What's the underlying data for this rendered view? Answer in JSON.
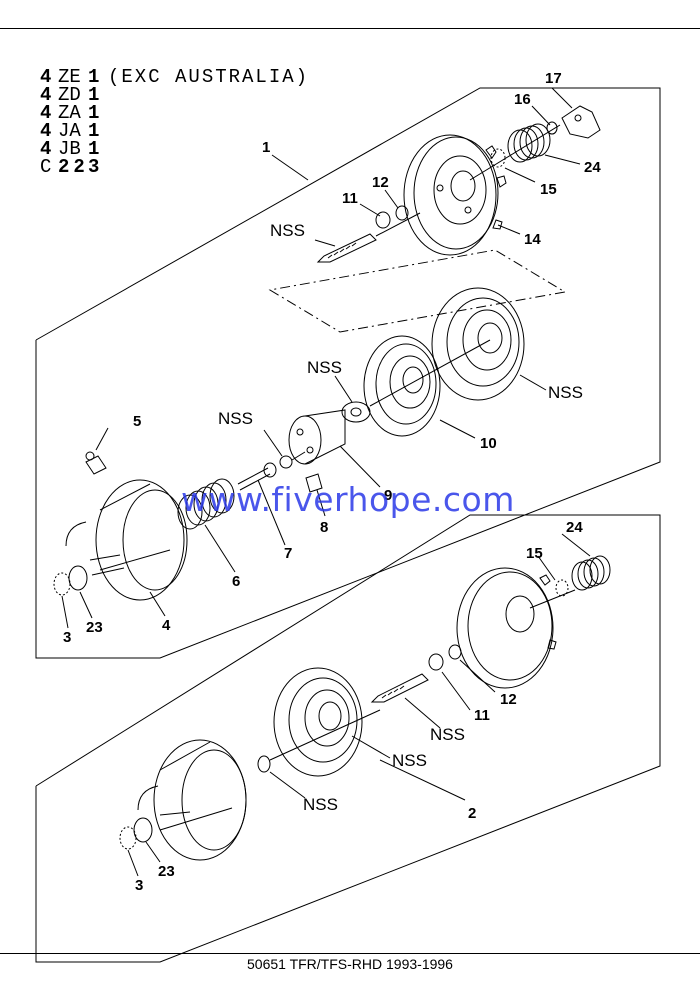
{
  "applicability": {
    "rows": [
      {
        "prefix": "4",
        "code": "ZE",
        "qty": "1",
        "note": "(EXC AUSTRALIA)"
      },
      {
        "prefix": "4",
        "code": "ZD",
        "qty": "1"
      },
      {
        "prefix": "4",
        "code": "ZA",
        "qty": "1"
      },
      {
        "prefix": "4",
        "code": "JA",
        "qty": "1"
      },
      {
        "prefix": "4",
        "code": "JB",
        "qty": "1"
      },
      {
        "prefix": "C",
        "code": "22",
        "qty": "3"
      }
    ]
  },
  "callouts": {
    "c1": "1",
    "c2": "2",
    "c3a": "3",
    "c3b": "3",
    "c4": "4",
    "c5": "5",
    "c6": "6",
    "c7": "7",
    "c8": "8",
    "c9": "9",
    "c10": "10",
    "c11a": "11",
    "c11b": "11",
    "c12a": "12",
    "c12b": "12",
    "c14": "14",
    "c15a": "15",
    "c15b": "15",
    "c16": "16",
    "c17": "17",
    "c23a": "23",
    "c23b": "23",
    "c24a": "24",
    "c24b": "24",
    "nss1": "NSS",
    "nss2": "NSS",
    "nss3": "NSS",
    "nss4": "NSS",
    "nss5": "NSS",
    "nss6": "NSS",
    "nss7": "NSS"
  },
  "watermark": "www.fiverhope.com",
  "footer": "50651 TFR/TFS-RHD 1993-1996",
  "colors": {
    "line": "#000000",
    "watermark": "#2b39e8",
    "background": "#ffffff"
  }
}
